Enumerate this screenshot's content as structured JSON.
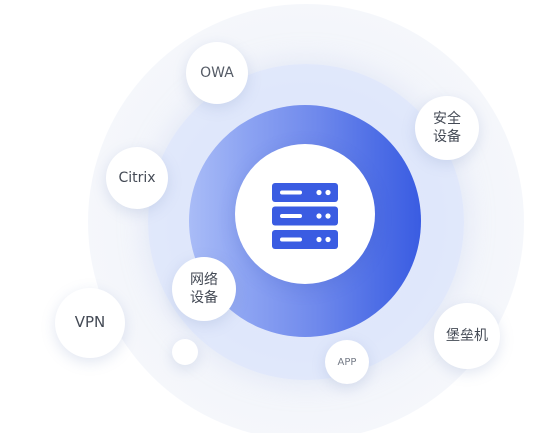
{
  "diagram": {
    "center_icon": "server-rack-icon",
    "colors": {
      "core_gradient_start": "#a9bcf7",
      "core_gradient_end": "#3a5ce2",
      "icon_blue": "#3a5ce2",
      "node_text": "#444a55"
    },
    "nodes": {
      "owa": "OWA",
      "security_device": "安全设备",
      "citrix": "Citrix",
      "network_device": "网络设备",
      "vpn": "VPN",
      "bastion_host": "堡垒机",
      "app": "APP"
    }
  }
}
